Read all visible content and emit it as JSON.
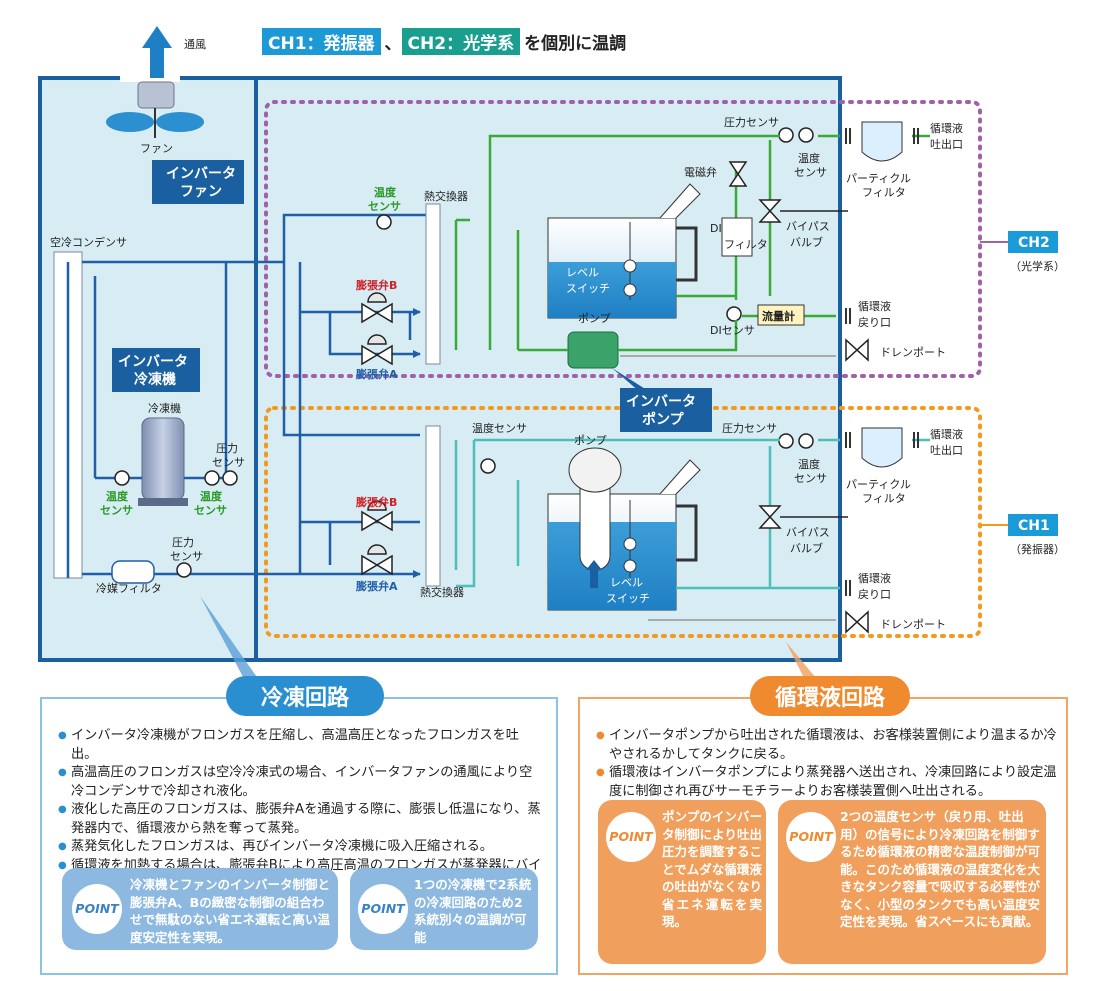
{
  "header": {
    "ch1_tag": "CH1：発振器",
    "sep": "、",
    "ch2_tag": "CH2：光学系",
    "suffix": "を個別に温調"
  },
  "labels": {
    "airflow": "通風",
    "fan": "ファン",
    "inverter_fan": [
      "インバータ",
      "ファン"
    ],
    "air_condenser": "空冷コンデンサ",
    "inverter_refrig": [
      "インバータ",
      "冷凍機"
    ],
    "refrigerator": "冷凍機",
    "pressure_sensor_left": [
      "圧力",
      "センサ"
    ],
    "temp_sensor": [
      "温度",
      "センサ"
    ],
    "pressure_sensor_bottom": [
      "圧力",
      "センサ"
    ],
    "refrig_filter": "冷媒フィルタ",
    "expansion_valve_b": "膨張弁B",
    "expansion_valve_a": "膨張弁A",
    "heat_exchanger": "熱交換器",
    "temp_sensor_inline": "温度センサ",
    "pressure_sensor": "圧力センサ",
    "solenoid_valve": "電磁弁",
    "di_filter": [
      "DI",
      "フィルタ"
    ],
    "level_switch": [
      "レベル",
      "スイッチ"
    ],
    "pump": "ポンプ",
    "di_sensor": "DIセンサ",
    "flow_meter": "流量計",
    "bypass_valve": [
      "バイパス",
      "バルブ"
    ],
    "particle_filter": [
      "パーティクル",
      "フィルタ"
    ],
    "outlet": [
      "循環液",
      "吐出口"
    ],
    "return_port": [
      "循環液",
      "戻り口"
    ],
    "drain_port": "ドレンポート",
    "ch2": "CH2",
    "ch2_sub": "（光学系）",
    "ch1": "CH1",
    "ch1_sub": "（発振器）",
    "inverter_pump": [
      "インバータ",
      "ポンプ"
    ]
  },
  "refrig_circuit": {
    "title": "冷凍回路",
    "bullets": [
      "インバータ冷凍機がフロンガスを圧縮し、高温高圧となったフロンガスを吐出。",
      "高温高圧のフロンガスは空冷冷凍式の場合、インバータファンの通風により空冷コンデンサで冷却され液化。",
      "液化した高圧のフロンガスは、膨張弁Aを通過する際に、膨張し低温になり、蒸発器内で、循環液から熱を奪って蒸発。",
      "蒸発気化したフロンガスは、再びインバータ冷凍機に吸入圧縮される。",
      "循環液を加熱する場合は、膨張弁Bにより高圧高温のフロンガスが蒸発器にバイパスされ、循環液を加熱。"
    ],
    "point1": "冷凍機とファンのインバータ制御と膨張弁A、Bの緻密な制御の組合わせで無駄のない省エネ運転と高い温度安定性を実現。",
    "point2": "1つの冷凍機で2系統の冷凍回路のため2系統別々の温調が可能"
  },
  "fluid_circuit": {
    "title": "循環液回路",
    "bullets": [
      "インバータポンプから吐出された循環液は、お客様装置側により温まるか冷やされるかしてタンクに戻る。",
      "循環液はインバータポンプにより蒸発器へ送出され、冷凍回路により設定温度に制御され再びサーモチラーよりお客様装置側へ吐出される。"
    ],
    "point3": "ポンプのインバータ制御により吐出圧力を調整することでムダな循環液の吐出がなくなり省エネ運転を実現。",
    "point4": "2つの温度センサ（戻り用、吐出用）の信号により冷凍回路を制御するため循環液の精密な温度制御が可能。このため循環液の温度変化を大きなタンク容量で吸収する必要性がなく、小型のタンクでも高い温度安定性を実現。省スペースにも貢献。"
  },
  "point_badge": "POINT",
  "colors": {
    "refrigerant": "#1f5fa8",
    "ch2_fluid": "#3aa93a",
    "ch1_fluid": "#4cc0b8",
    "ch2_border": "#a061a8",
    "ch1_border": "#f39a1e",
    "frame": "#1a5fa0"
  }
}
